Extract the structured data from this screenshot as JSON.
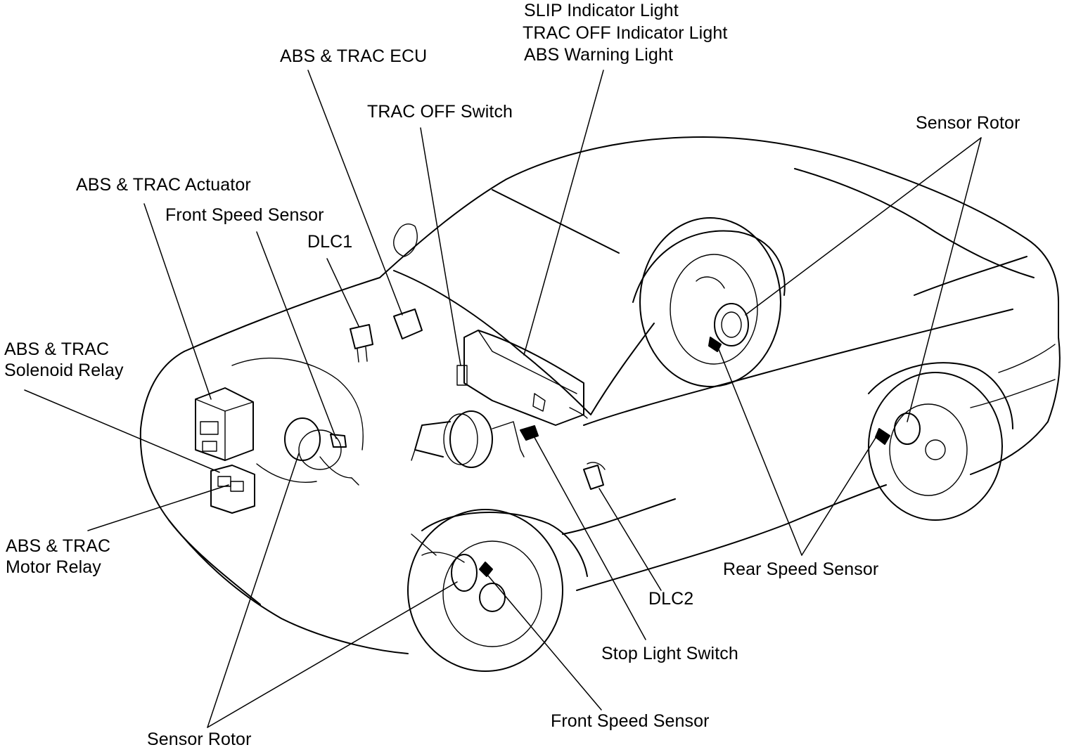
{
  "labels": {
    "slip_light": "SLIP Indicator Light",
    "trac_off_light": "TRAC OFF Indicator Light",
    "abs_warning_light": "ABS Warning Light",
    "abs_trac_ecu": "ABS & TRAC ECU",
    "trac_off_switch": "TRAC OFF Switch",
    "sensor_rotor_rear": "Sensor Rotor",
    "abs_trac_actuator": "ABS & TRAC Actuator",
    "front_speed_sensor_top": "Front Speed Sensor",
    "dlc1": "DLC1",
    "solenoid_relay_line1": "ABS & TRAC",
    "solenoid_relay_line2": "Solenoid Relay",
    "motor_relay_line1": "ABS & TRAC",
    "motor_relay_line2": "Motor Relay",
    "rear_speed_sensor": "Rear Speed Sensor",
    "dlc2": "DLC2",
    "stop_light_switch": "Stop Light Switch",
    "front_speed_sensor_bottom": "Front Speed Sensor",
    "sensor_rotor_front": "Sensor Rotor"
  }
}
